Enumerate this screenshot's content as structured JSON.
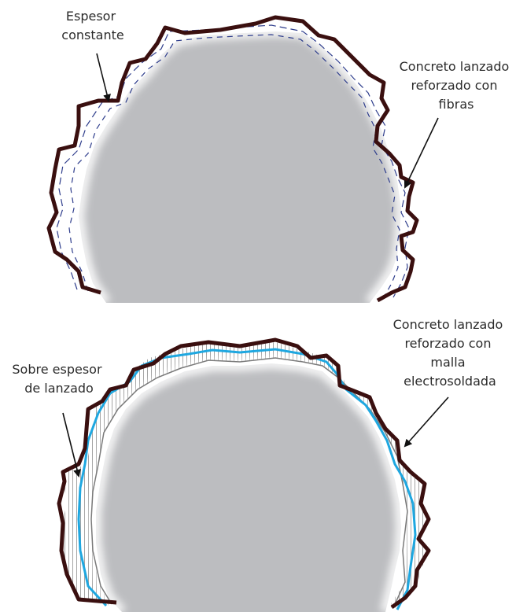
{
  "top_diagram": {
    "label_constant_thickness": [
      "Espesor",
      "constante"
    ],
    "label_fiber_shotcrete": [
      "Concreto lanzado",
      "reforzado con",
      "fibras"
    ]
  },
  "bottom_diagram": {
    "label_mesh_shotcrete": [
      "Concreto lanzado",
      "reforzado con",
      "malla",
      "electrosoldada"
    ],
    "label_over_thickness": [
      "Sobre espesor",
      "de lanzado"
    ]
  },
  "colors": {
    "rock_outline": "#3a0f0f",
    "excavation_fill": "#bcbdc0",
    "fiber_dashes": "#2e3d8c",
    "mesh_line": "#1ea7e0",
    "hatch": "#8c8c8c"
  }
}
